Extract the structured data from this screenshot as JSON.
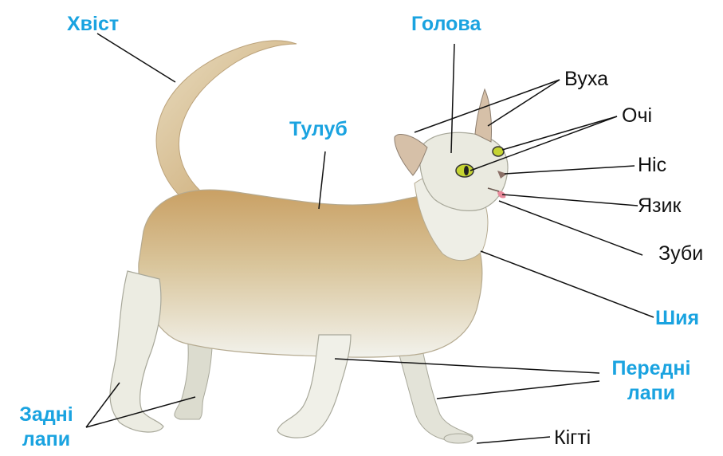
{
  "labels": {
    "tail": "Хвіст",
    "head": "Голова",
    "ears": "Вуха",
    "eyes": "Очі",
    "nose": "Ніс",
    "tongue": "Язик",
    "teeth": "Зуби",
    "torso": "Тулуб",
    "neck": "Шия",
    "front_legs_line1": "Передні",
    "front_legs_line2": "лапи",
    "hind_legs_line1": "Задні",
    "hind_legs_line2": "лапи",
    "claws": "Кігті"
  },
  "colors": {
    "major_label": "#1aa3e0",
    "minor_label": "#111111",
    "leader_line": "#111111",
    "cat_body": "#eeeee6",
    "cat_fur_tan": "#c9a064",
    "cat_shadow": "#b9b9ad",
    "eye": "#c5d432"
  }
}
